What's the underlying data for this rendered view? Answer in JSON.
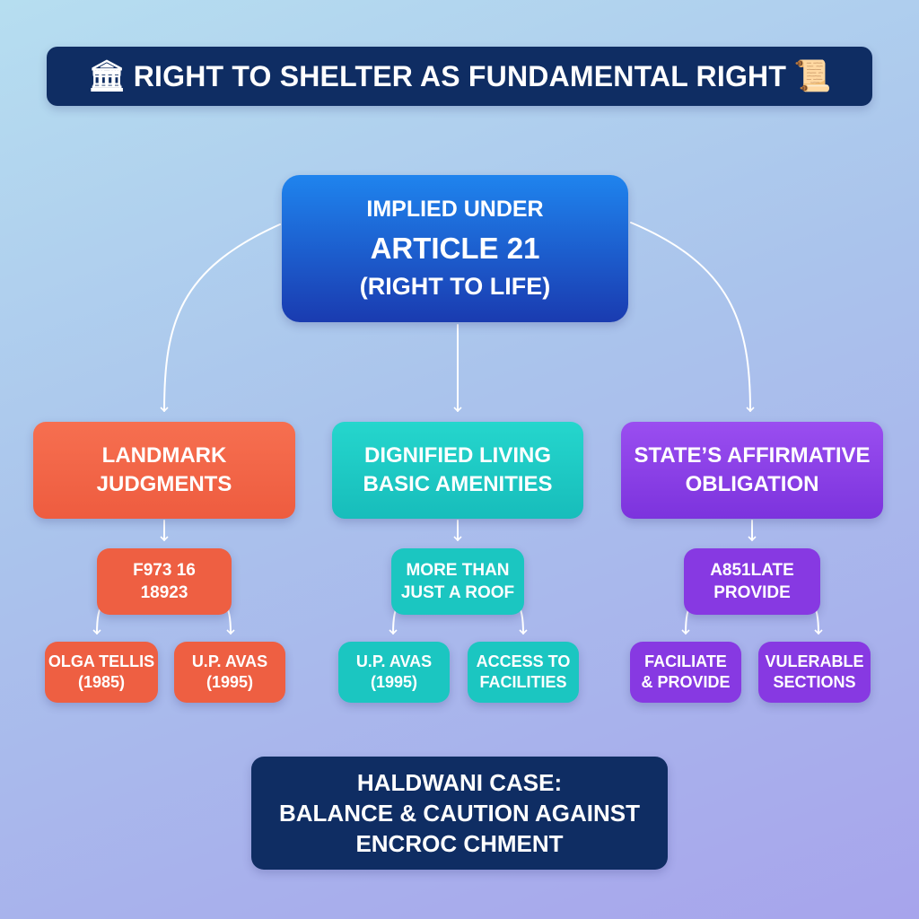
{
  "title": {
    "left_icon": "classical-building-icon",
    "text": "RIGHT TO SHELTER AS FUNDAMENTAL RIGHT",
    "right_icon": "scroll-icon"
  },
  "root": {
    "line1": "IMPLIED UNDER",
    "line2": "ARTICLE 21",
    "line3": "(RIGHT TO LIFE)",
    "color": "#1a56d6"
  },
  "branches": {
    "landmark": {
      "label": {
        "line1": "LANDMARK",
        "line2": "JUDGMENTS"
      },
      "mid": {
        "line1": "F973 16",
        "line2": "18923"
      },
      "leaves": [
        {
          "line1": "OLGA TELLIS",
          "line2": "(1985)"
        },
        {
          "line1": "U.P. AVAS",
          "line2": "(1995)"
        }
      ],
      "color": "#ee5f42"
    },
    "dignified": {
      "label": {
        "line1": "DIGNIFIED LIVING",
        "line2": "BASIC AMENITIES"
      },
      "mid": {
        "line1": "MORE THAN",
        "line2": "JUST A ROOF"
      },
      "leaves": [
        {
          "line1": "U.P. AVAS",
          "line2": "(1995)"
        },
        {
          "line1": "ACCESS TO",
          "line2": "FACILITIES"
        }
      ],
      "color": "#1bc6c1"
    },
    "state": {
      "label": {
        "line1": "STATE’S AFFIRMATIVE",
        "line2": "OBLIGATION"
      },
      "mid": {
        "line1": "A851LATE",
        "line2": "PROVIDE"
      },
      "leaves": [
        {
          "line1": "FACILIATE",
          "line2": "& PROVIDE"
        },
        {
          "line1": "VULERABLE",
          "line2": "SECTIONS"
        }
      ],
      "color": "#8739e2"
    }
  },
  "bottom": {
    "line1": "HALDWANI CASE:",
    "line2": "BALANCE & CAUTION AGAINST",
    "line3": "ENCROC CHMENT",
    "color": "#0f2d63"
  }
}
